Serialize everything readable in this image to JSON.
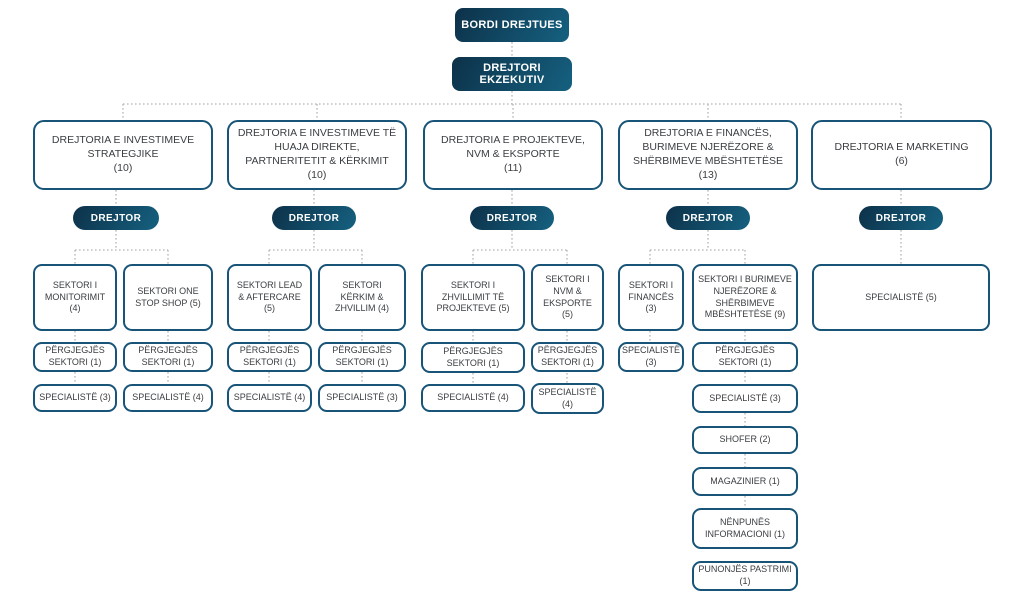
{
  "board": {
    "label": "BORDI DREJTUES"
  },
  "executive": {
    "label": "DREJTORI EKZEKUTIV"
  },
  "director_label": "DREJTOR",
  "colors": {
    "bg": "#ffffff",
    "node_start": "#0d3149",
    "node_end": "#156180",
    "border": "#175478",
    "text": "#3a3e42",
    "connector": "#b5b5b5"
  },
  "departments": [
    {
      "title": "DREJTORIA E INVESTIMEVE STRATEGJIKE",
      "count": "(10)",
      "sectors": [
        {
          "name": "SEKTORI I MONITORIMIT (4)",
          "chain": [
            "PËRGJEGJËS SEKTORI (1)",
            "SPECIALISTË (3)"
          ]
        },
        {
          "name": "SEKTORI ONE STOP SHOP (5)",
          "chain": [
            "PËRGJEGJËS SEKTORI (1)",
            "SPECIALISTË (4)"
          ]
        }
      ]
    },
    {
      "title": "DREJTORIA E INVESTIMEVE TË HUAJA DIREKTE, PARTNERITETIT & KËRKIMIT",
      "count": "(10)",
      "sectors": [
        {
          "name": "SEKTORI LEAD & AFTERCARE (5)",
          "chain": [
            "PËRGJEGJËS SEKTORI (1)",
            "SPECIALISTË (4)"
          ]
        },
        {
          "name": "SEKTORI KËRKIM & ZHVILLIM (4)",
          "chain": [
            "PËRGJEGJËS SEKTORI (1)",
            "SPECIALISTË (3)"
          ]
        }
      ]
    },
    {
      "title": "DREJTORIA E PROJEKTEVE, NVM & EKSPORTE",
      "count": "(11)",
      "sectors": [
        {
          "name": "SEKTORI I ZHVILLIMIT TË PROJEKTEVE (5)",
          "chain": [
            "PËRGJEGJËS SEKTORI (1)",
            "SPECIALISTË (4)"
          ]
        },
        {
          "name": "SEKTORI I NVM & EKSPORTE (5)",
          "chain": [
            "PËRGJEGJËS SEKTORI (1)",
            "SPECIALISTË (4)"
          ]
        }
      ]
    },
    {
      "title": "DREJTORIA E FINANCËS, BURIMEVE NJERËZORE & SHËRBIMEVE MBËSHTETËSE",
      "count": "(13)",
      "sectors": [
        {
          "name": "SEKTORI I FINANCËS (3)",
          "chain": [
            "SPECIALISTË (3)"
          ]
        },
        {
          "name": "SEKTORI I BURIMEVE NJERËZORE & SHËRBIMEVE MBËSHTETËSE (9)",
          "chain": [
            "PËRGJEGJËS SEKTORI (1)",
            "SPECIALISTË (3)",
            "SHOFER (2)",
            "MAGAZINIER (1)",
            "NËNPUNËS INFORMACIONI (1)",
            "PUNONJËS PASTRIMI (1)"
          ]
        }
      ]
    },
    {
      "title": "DREJTORIA E MARKETING",
      "count": "(6)",
      "sectors": [
        {
          "name": "SPECIALISTË (5)",
          "chain": []
        }
      ]
    }
  ]
}
